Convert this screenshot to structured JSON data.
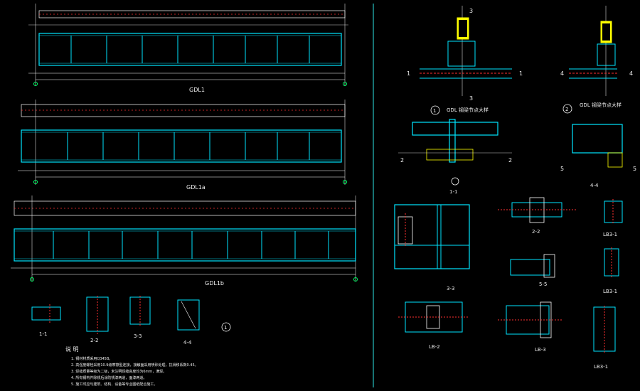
{
  "drawing": {
    "titles": {
      "gdl1": "GDL1",
      "gdl1a": "GDL1a",
      "gdl1b": "GDL1b"
    },
    "node_labels": {
      "node1": "GDL 钢梁节点大样",
      "node2": "GDL 钢梁节点大样"
    },
    "circle_labels": [
      "1",
      "2",
      "1"
    ],
    "section_labels": {
      "s11_top": "1-1",
      "s22": "2-2",
      "s33": "3-3",
      "s44": "4-4",
      "s55": "5-5",
      "lb3_1a": "LB3-1",
      "lb3_1b": "LB3-1",
      "lb3_1c": "LB3-1",
      "lb2": "LB-2",
      "lb3": "LB-3",
      "bl11": "1-1",
      "bl22": "2-2",
      "bl33": "3-3",
      "bl44": "4-4"
    },
    "cut_marks": {
      "top3a": "3",
      "top3b": "3",
      "n1": "1",
      "n1b": "1",
      "n4": "4",
      "n4b": "4",
      "n2a": "2",
      "n2b": "2",
      "n5a": "5",
      "n5b": "5"
    },
    "notes": {
      "heading": "说  明",
      "items": [
        "1. 钢材材质采用Q345B。",
        "2. 高强度螺栓采用10.9级摩擦型连接，接触面采用喷砂处理，抗滑移系数0.45。",
        "3. 焊缝质量等级为二级，未注明焊缝高度均为6mm，满焊。",
        "4. 所有钢构件除锈后涂防锈漆两道，面漆两道。",
        "5. 施工时应与建筑、结构、设备等专业图纸配合施工。"
      ]
    },
    "colors": {
      "beam": "#00e5ff",
      "line": "#ffffff",
      "dim": "#00ff66",
      "bolt": "#ff3030",
      "flange": "#ffff00"
    }
  }
}
